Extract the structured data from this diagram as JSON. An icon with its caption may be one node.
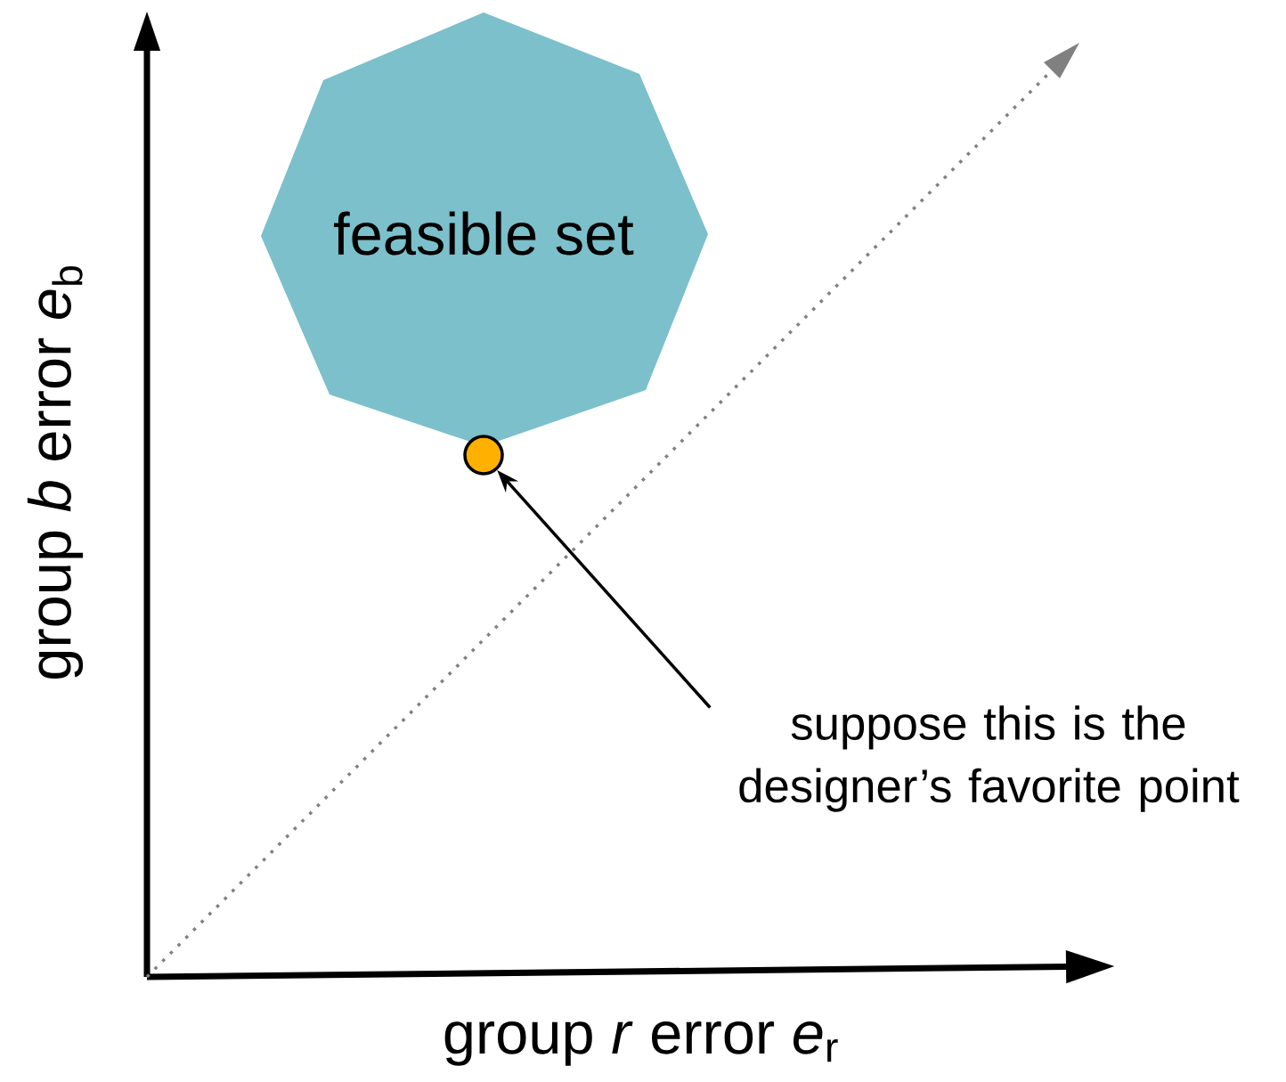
{
  "diagram": {
    "nodes": [
      {
        "text": [
          "feasible set"
        ]
      },
      {
        "text": [],
        "shape": "circle"
      },
      {
        "text": [
          "suppose this is the designer’s favorite point"
        ]
      }
    ],
    "edges": [
      {
        "from": 2,
        "to": 1,
        "arrow": "to"
      }
    ],
    "labels": [
      "group *b* error *e*$_{b}$",
      "group *r* error *e*$_{r}$"
    ]
  }
}
